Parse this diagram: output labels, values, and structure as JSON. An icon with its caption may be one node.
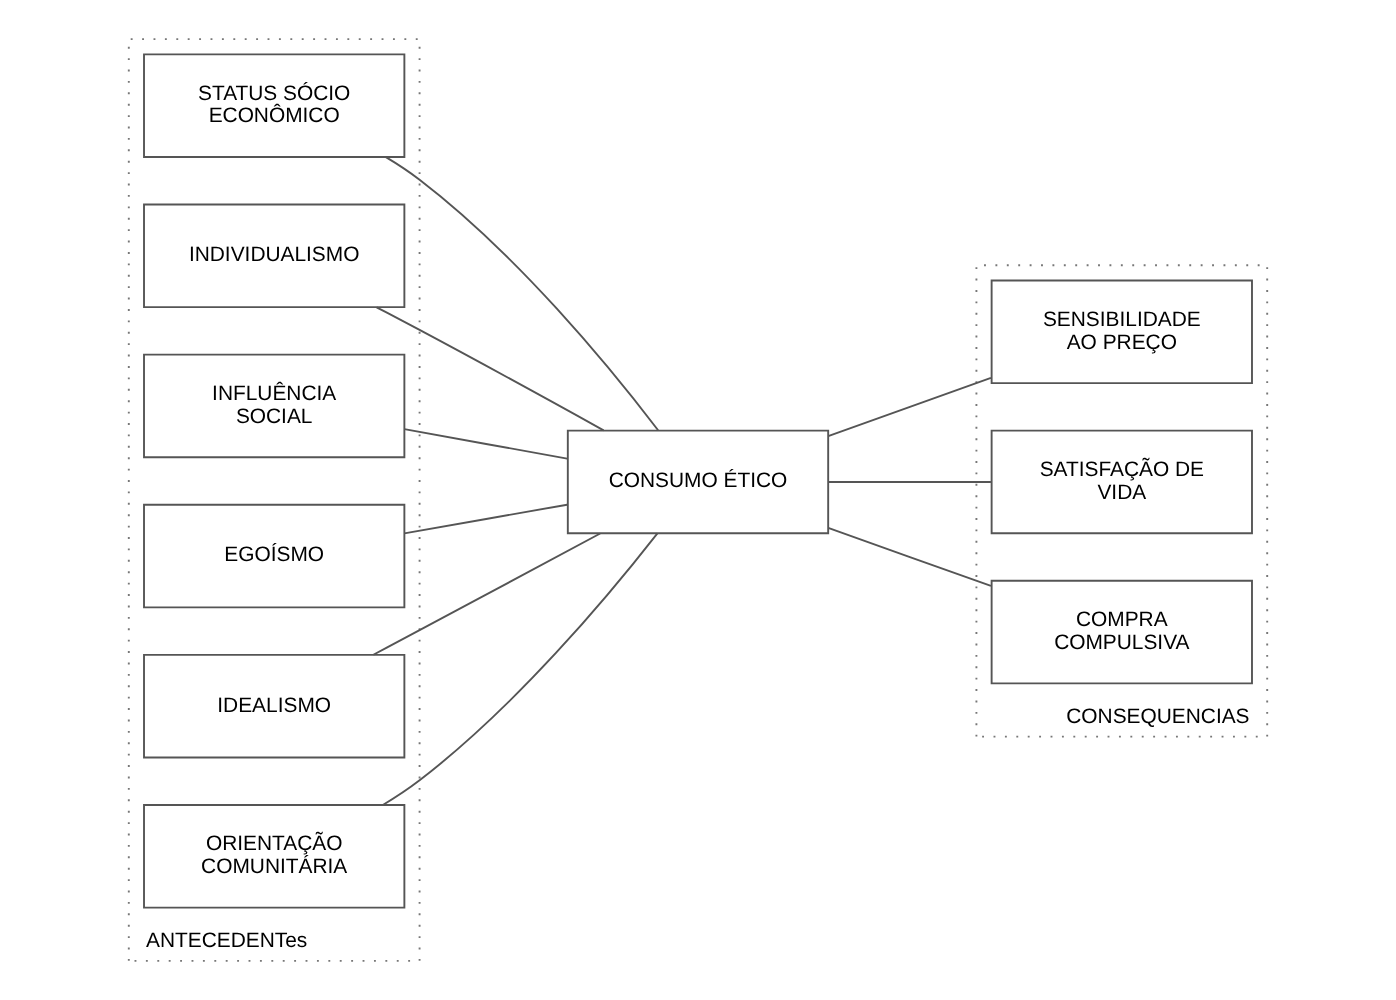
{
  "diagram": {
    "nodes": [
      {
        "text": [
          "ANTECEDENTes"
        ]
      },
      {
        "text": [
          "STATUS SÓCIO ECONÔMICO"
        ],
        "in": 0
      },
      {
        "text": [
          "INDIVIDUALISMO"
        ],
        "in": 0
      },
      {
        "text": [
          "INFLUÊNCIA SOCIAL"
        ],
        "in": 0
      },
      {
        "text": [
          "EGOÍSMO"
        ],
        "in": 0
      },
      {
        "text": [
          "IDEALISMO"
        ],
        "in": 0
      },
      {
        "text": [
          "ORIENTAÇÃO COMUNITÁRIA"
        ],
        "in": 0
      },
      {
        "text": [
          "CONSUMO ÉTICO"
        ]
      },
      {
        "text": [
          "CONSEQUENCIAS"
        ]
      },
      {
        "text": [
          "SENSIBILIDADE AO PREÇO"
        ],
        "in": 8
      },
      {
        "text": [
          "SATISFAÇÃO DE VIDA"
        ],
        "in": 8
      },
      {
        "text": [
          "COMPRA COMPULSIVA"
        ],
        "in": 8
      }
    ],
    "edges": [
      {
        "from": 1,
        "to": 7,
        "arrow": "none"
      },
      {
        "from": 2,
        "to": 7,
        "arrow": "none"
      },
      {
        "from": 3,
        "to": 7,
        "arrow": "none"
      },
      {
        "from": 4,
        "to": 7,
        "arrow": "none"
      },
      {
        "from": 5,
        "to": 7,
        "arrow": "none"
      },
      {
        "from": 6,
        "to": 7,
        "arrow": "none"
      },
      {
        "from": 7,
        "to": 9,
        "arrow": "none"
      },
      {
        "from": 7,
        "to": 10,
        "arrow": "none"
      },
      {
        "from": 7,
        "to": 11,
        "arrow": "none"
      }
    ]
  }
}
